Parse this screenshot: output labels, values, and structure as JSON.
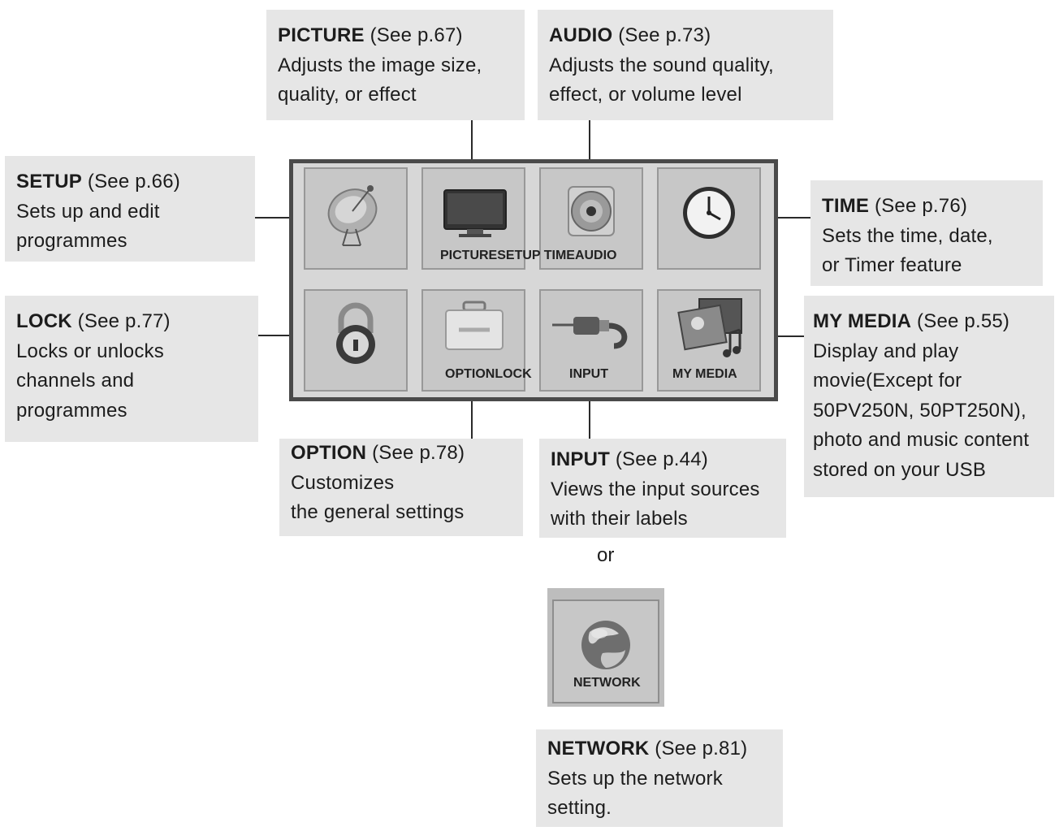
{
  "callouts": {
    "picture": {
      "title": "PICTURE",
      "ref": " (See p.67)",
      "lines": [
        "Adjusts the image size,",
        "quality, or effect"
      ]
    },
    "audio": {
      "title": "AUDIO",
      "ref": " (See p.73)",
      "lines": [
        "Adjusts the sound quality,",
        "effect, or volume level"
      ]
    },
    "setup": {
      "title": "SETUP",
      "ref": " (See p.66)",
      "lines": [
        "Sets up and edit",
        "programmes"
      ]
    },
    "time": {
      "title": "TIME",
      "ref": " (See p.76)",
      "lines": [
        "Sets the time, date,",
        "or Timer feature"
      ]
    },
    "lock": {
      "title": "LOCK",
      "ref": " (See p.77)",
      "lines": [
        "Locks or unlocks",
        "channels and",
        "programmes"
      ]
    },
    "mymedia": {
      "title": "MY MEDIA",
      "ref": " (See p.55)",
      "lines": [
        "Display and play",
        "movie(Except for",
        "50PV250N, 50PT250N),",
        "photo and music content",
        "stored on your USB"
      ]
    },
    "option": {
      "title": "OPTION",
      "ref": " (See p.78)",
      "lines": [
        "Customizes",
        "the general settings"
      ]
    },
    "input": {
      "title": "INPUT",
      "ref": " (See p.44)",
      "lines": [
        "Views the input sources",
        "with their labels"
      ]
    },
    "network": {
      "title": "NETWORK",
      "ref": " (See p.81)",
      "lines": [
        "Sets up the network",
        "setting."
      ]
    }
  },
  "menu": {
    "top_labels": "PICTURESETUP TIMEAUDIO",
    "option_lock_label": "OPTIONLOCK",
    "input_label": "INPUT",
    "mymedia_label": "MY MEDIA"
  },
  "or_text": "or",
  "network_tile": {
    "label": "NETWORK"
  },
  "icons": [
    "satellite-dish-icon",
    "tv-icon",
    "speaker-icon",
    "clock-icon",
    "padlock-icon",
    "toolbox-icon",
    "input-cable-icon",
    "media-icon",
    "globe-icon"
  ]
}
